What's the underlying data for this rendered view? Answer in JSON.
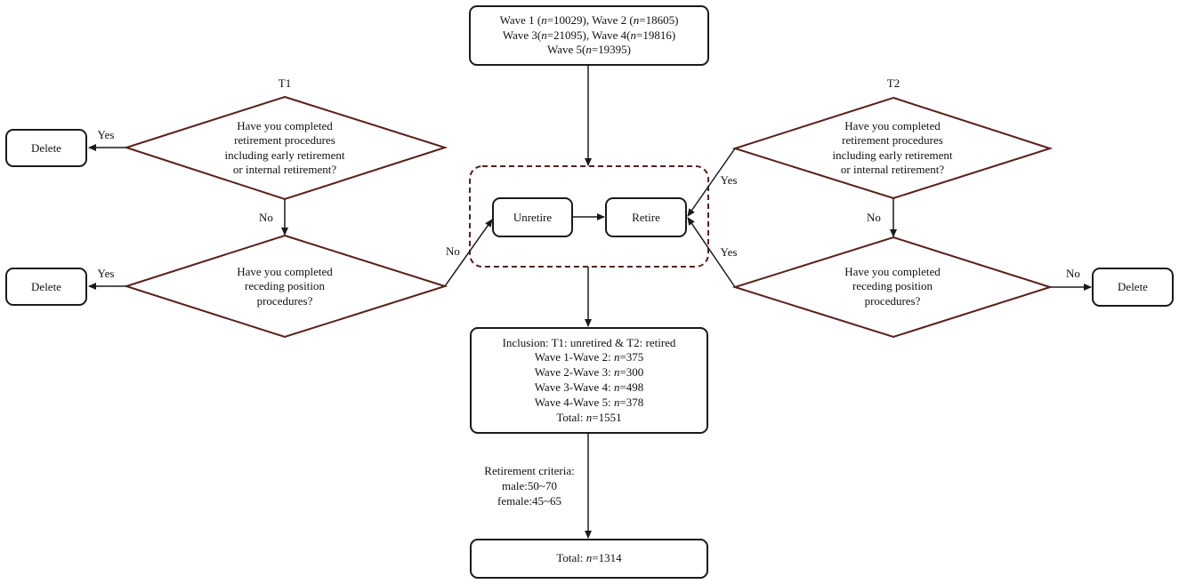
{
  "top_box": {
    "lines": [
      [
        "Wave 1 (",
        "n",
        "=10029), Wave 2 (",
        "n",
        "=18605)"
      ],
      [
        "Wave 3(",
        "n",
        "=21095), Wave 4(",
        "n",
        "=19816)"
      ],
      [
        "Wave 5(",
        "n",
        "=19395)"
      ]
    ]
  },
  "left_branch": {
    "label": "T1",
    "q1": [
      "Have you completed",
      "retirement procedures",
      "including early retirement",
      "or internal retirement?"
    ],
    "q2": [
      "Have you completed",
      "receding position",
      "procedures?"
    ],
    "delete_top": "Delete",
    "delete_bottom": "Delete",
    "yes_top": "Yes",
    "yes_bottom": "Yes",
    "no_mid": "No",
    "no_exit": "No"
  },
  "right_branch": {
    "label": "T2",
    "q1": [
      "Have you completed",
      "retirement procedures",
      "including early retirement",
      "or internal retirement?"
    ],
    "q2": [
      "Have you completed",
      "receding position",
      "procedures?"
    ],
    "delete": "Delete",
    "yes_top": "Yes",
    "yes_bottom": "Yes",
    "no_mid": "No",
    "no_exit": "No"
  },
  "center": {
    "unretire": "Unretire",
    "retire": "Retire"
  },
  "inclusion_box": {
    "lines": [
      [
        "Inclusion: T1: unretired & T2: retired"
      ],
      [
        "Wave 1-Wave 2: ",
        "n",
        "=375"
      ],
      [
        "Wave 2-Wave 3: ",
        "n",
        "=300"
      ],
      [
        "Wave 3-Wave 4: ",
        "n",
        "=498"
      ],
      [
        "Wave 4-Wave 5: ",
        "n",
        "=378"
      ],
      [
        "Total: ",
        "n",
        "=1551"
      ]
    ]
  },
  "criteria": [
    "Retirement criteria:",
    "male:50~70",
    "female:45~65"
  ],
  "final_box": {
    "lines": [
      [
        "Total: ",
        "n",
        "=1314"
      ]
    ]
  },
  "colors": {
    "diamond_stroke": "#5a1f1a",
    "dashed_stroke": "#5a1f1a",
    "box_stroke": "#1a1a1a",
    "arrow": "#1a1a1a"
  }
}
